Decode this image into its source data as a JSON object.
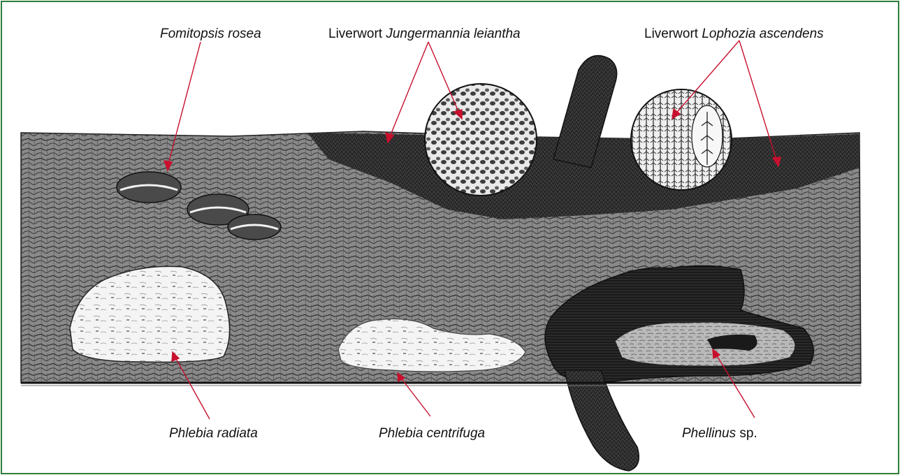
{
  "colors": {
    "border": "#2e7d3a",
    "arrow": "#c8102e",
    "ink": "#1a1a1a",
    "log_fill": "#6d6d6d"
  },
  "labels": {
    "fomitopsis": {
      "text": "Fomitopsis rosea"
    },
    "jungermannia": {
      "prefix": "Liverwort ",
      "species": "Jungermannia leiantha"
    },
    "lophozia": {
      "prefix": "Liverwort ",
      "species": "Lophozia ascendens"
    },
    "phlebia_radiata": {
      "text": "Phlebia radiata"
    },
    "phlebia_centrifuga": {
      "text": "Phlebia centrifuga"
    },
    "phellinus": {
      "genus": "Phellinus",
      "suffix": " sp."
    }
  }
}
